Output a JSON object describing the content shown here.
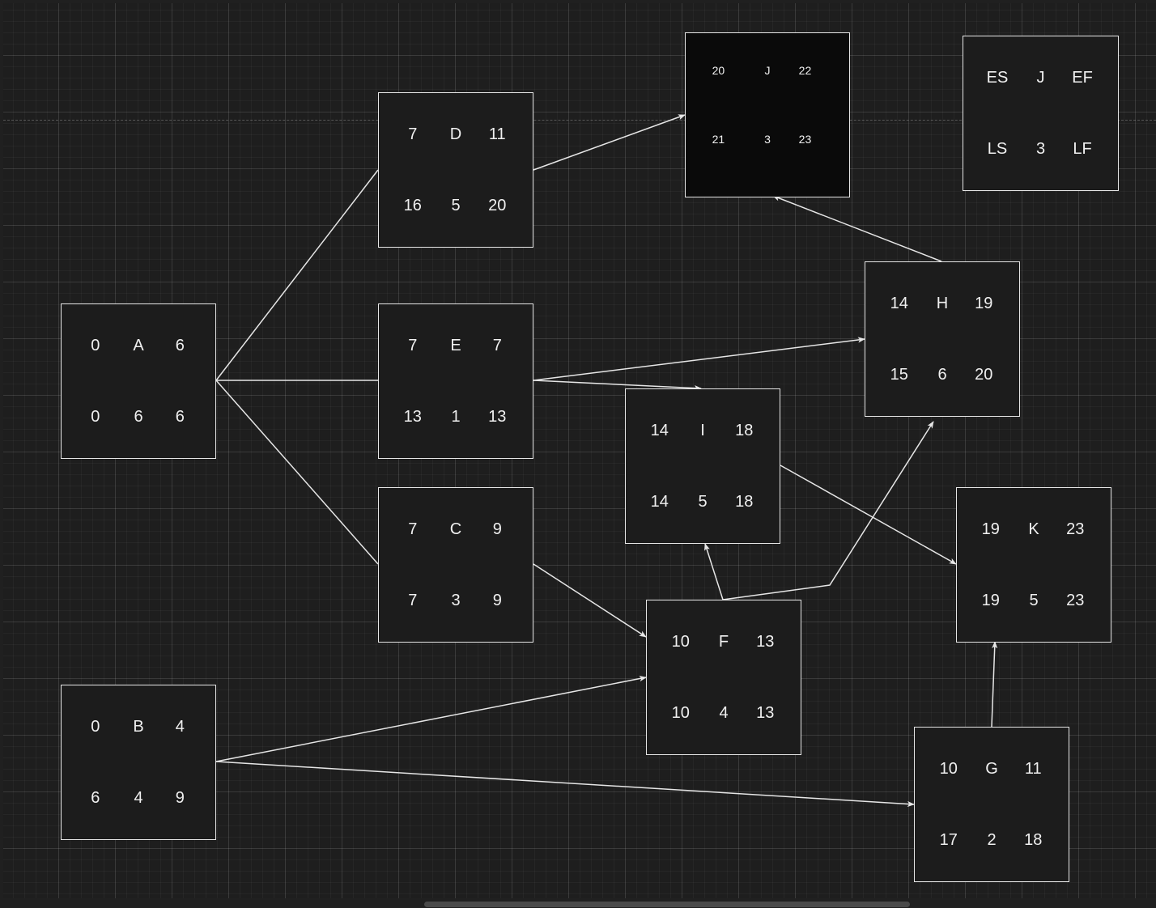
{
  "legend": {
    "es": "ES",
    "name": "J",
    "ef": "EF",
    "ls": "LS",
    "dur": "3",
    "lf": "LF"
  },
  "nodes": {
    "A": {
      "es": "0",
      "name": "A",
      "ef": "6",
      "ls": "0",
      "dur": "6",
      "lf": "6"
    },
    "B": {
      "es": "0",
      "name": "B",
      "ef": "4",
      "ls": "6",
      "dur": "4",
      "lf": "9"
    },
    "C": {
      "es": "7",
      "name": "C",
      "ef": "9",
      "ls": "7",
      "dur": "3",
      "lf": "9"
    },
    "D": {
      "es": "7",
      "name": "D",
      "ef": "11",
      "ls": "16",
      "dur": "5",
      "lf": "20"
    },
    "E": {
      "es": "7",
      "name": "E",
      "ef": "7",
      "ls": "13",
      "dur": "1",
      "lf": "13"
    },
    "F": {
      "es": "10",
      "name": "F",
      "ef": "13",
      "ls": "10",
      "dur": "4",
      "lf": "13"
    },
    "G": {
      "es": "10",
      "name": "G",
      "ef": "11",
      "ls": "17",
      "dur": "2",
      "lf": "18"
    },
    "H": {
      "es": "14",
      "name": "H",
      "ef": "19",
      "ls": "15",
      "dur": "6",
      "lf": "20"
    },
    "I": {
      "es": "14",
      "name": "I",
      "ef": "18",
      "ls": "14",
      "dur": "5",
      "lf": "18"
    },
    "J": {
      "es": "20",
      "name": "J",
      "ef": "22",
      "ls": "21",
      "dur": "3",
      "lf": "23"
    },
    "K": {
      "es": "19",
      "name": "K",
      "ef": "23",
      "ls": "19",
      "dur": "5",
      "lf": "23"
    }
  },
  "edges": [
    [
      "A",
      "D"
    ],
    [
      "A",
      "E"
    ],
    [
      "A",
      "C"
    ],
    [
      "D",
      "J"
    ],
    [
      "H",
      "J"
    ],
    [
      "E",
      "H"
    ],
    [
      "E",
      "I"
    ],
    [
      "C",
      "F"
    ],
    [
      "F",
      "I"
    ],
    [
      "F",
      "H"
    ],
    [
      "I",
      "K"
    ],
    [
      "G",
      "K"
    ],
    [
      "B",
      "F"
    ],
    [
      "B",
      "G"
    ]
  ],
  "colors": {
    "canvas": "#1e1e1e",
    "stroke": "#e6e6e6",
    "selected_fill": "#0a0a0a"
  }
}
